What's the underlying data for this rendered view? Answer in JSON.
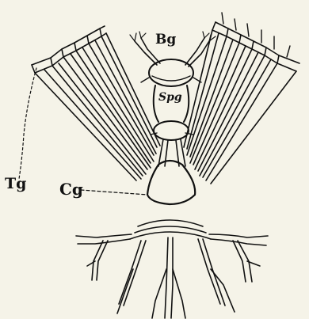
{
  "figure": {
    "labels": {
      "bg": "Bg",
      "spg": "Spg",
      "tg": "Tg",
      "cg": "Cg"
    },
    "colors": {
      "ink": "#111111",
      "paper": "#f5f3e8"
    }
  }
}
